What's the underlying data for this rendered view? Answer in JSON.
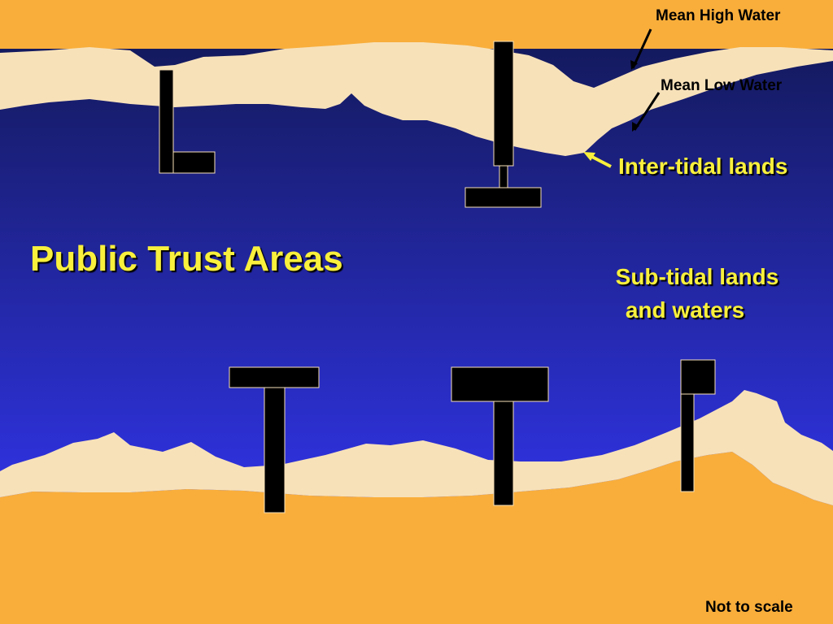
{
  "title": "Public Trust Areas",
  "labels": {
    "mean_high_water": "Mean High Water",
    "mean_low_water": "Mean Low Water",
    "intertidal": "Inter-tidal lands",
    "subtidal_line1": "Sub-tidal lands",
    "subtidal_line2": "and waters",
    "scale_note": "Not to scale"
  },
  "colors": {
    "upland": "#F9AE3B",
    "intertidal": "#F7E1B9",
    "water_top": "#141A5E",
    "water_bottom": "#3134E8",
    "structure": "#000000",
    "text_highlight": "#F8F03C"
  }
}
